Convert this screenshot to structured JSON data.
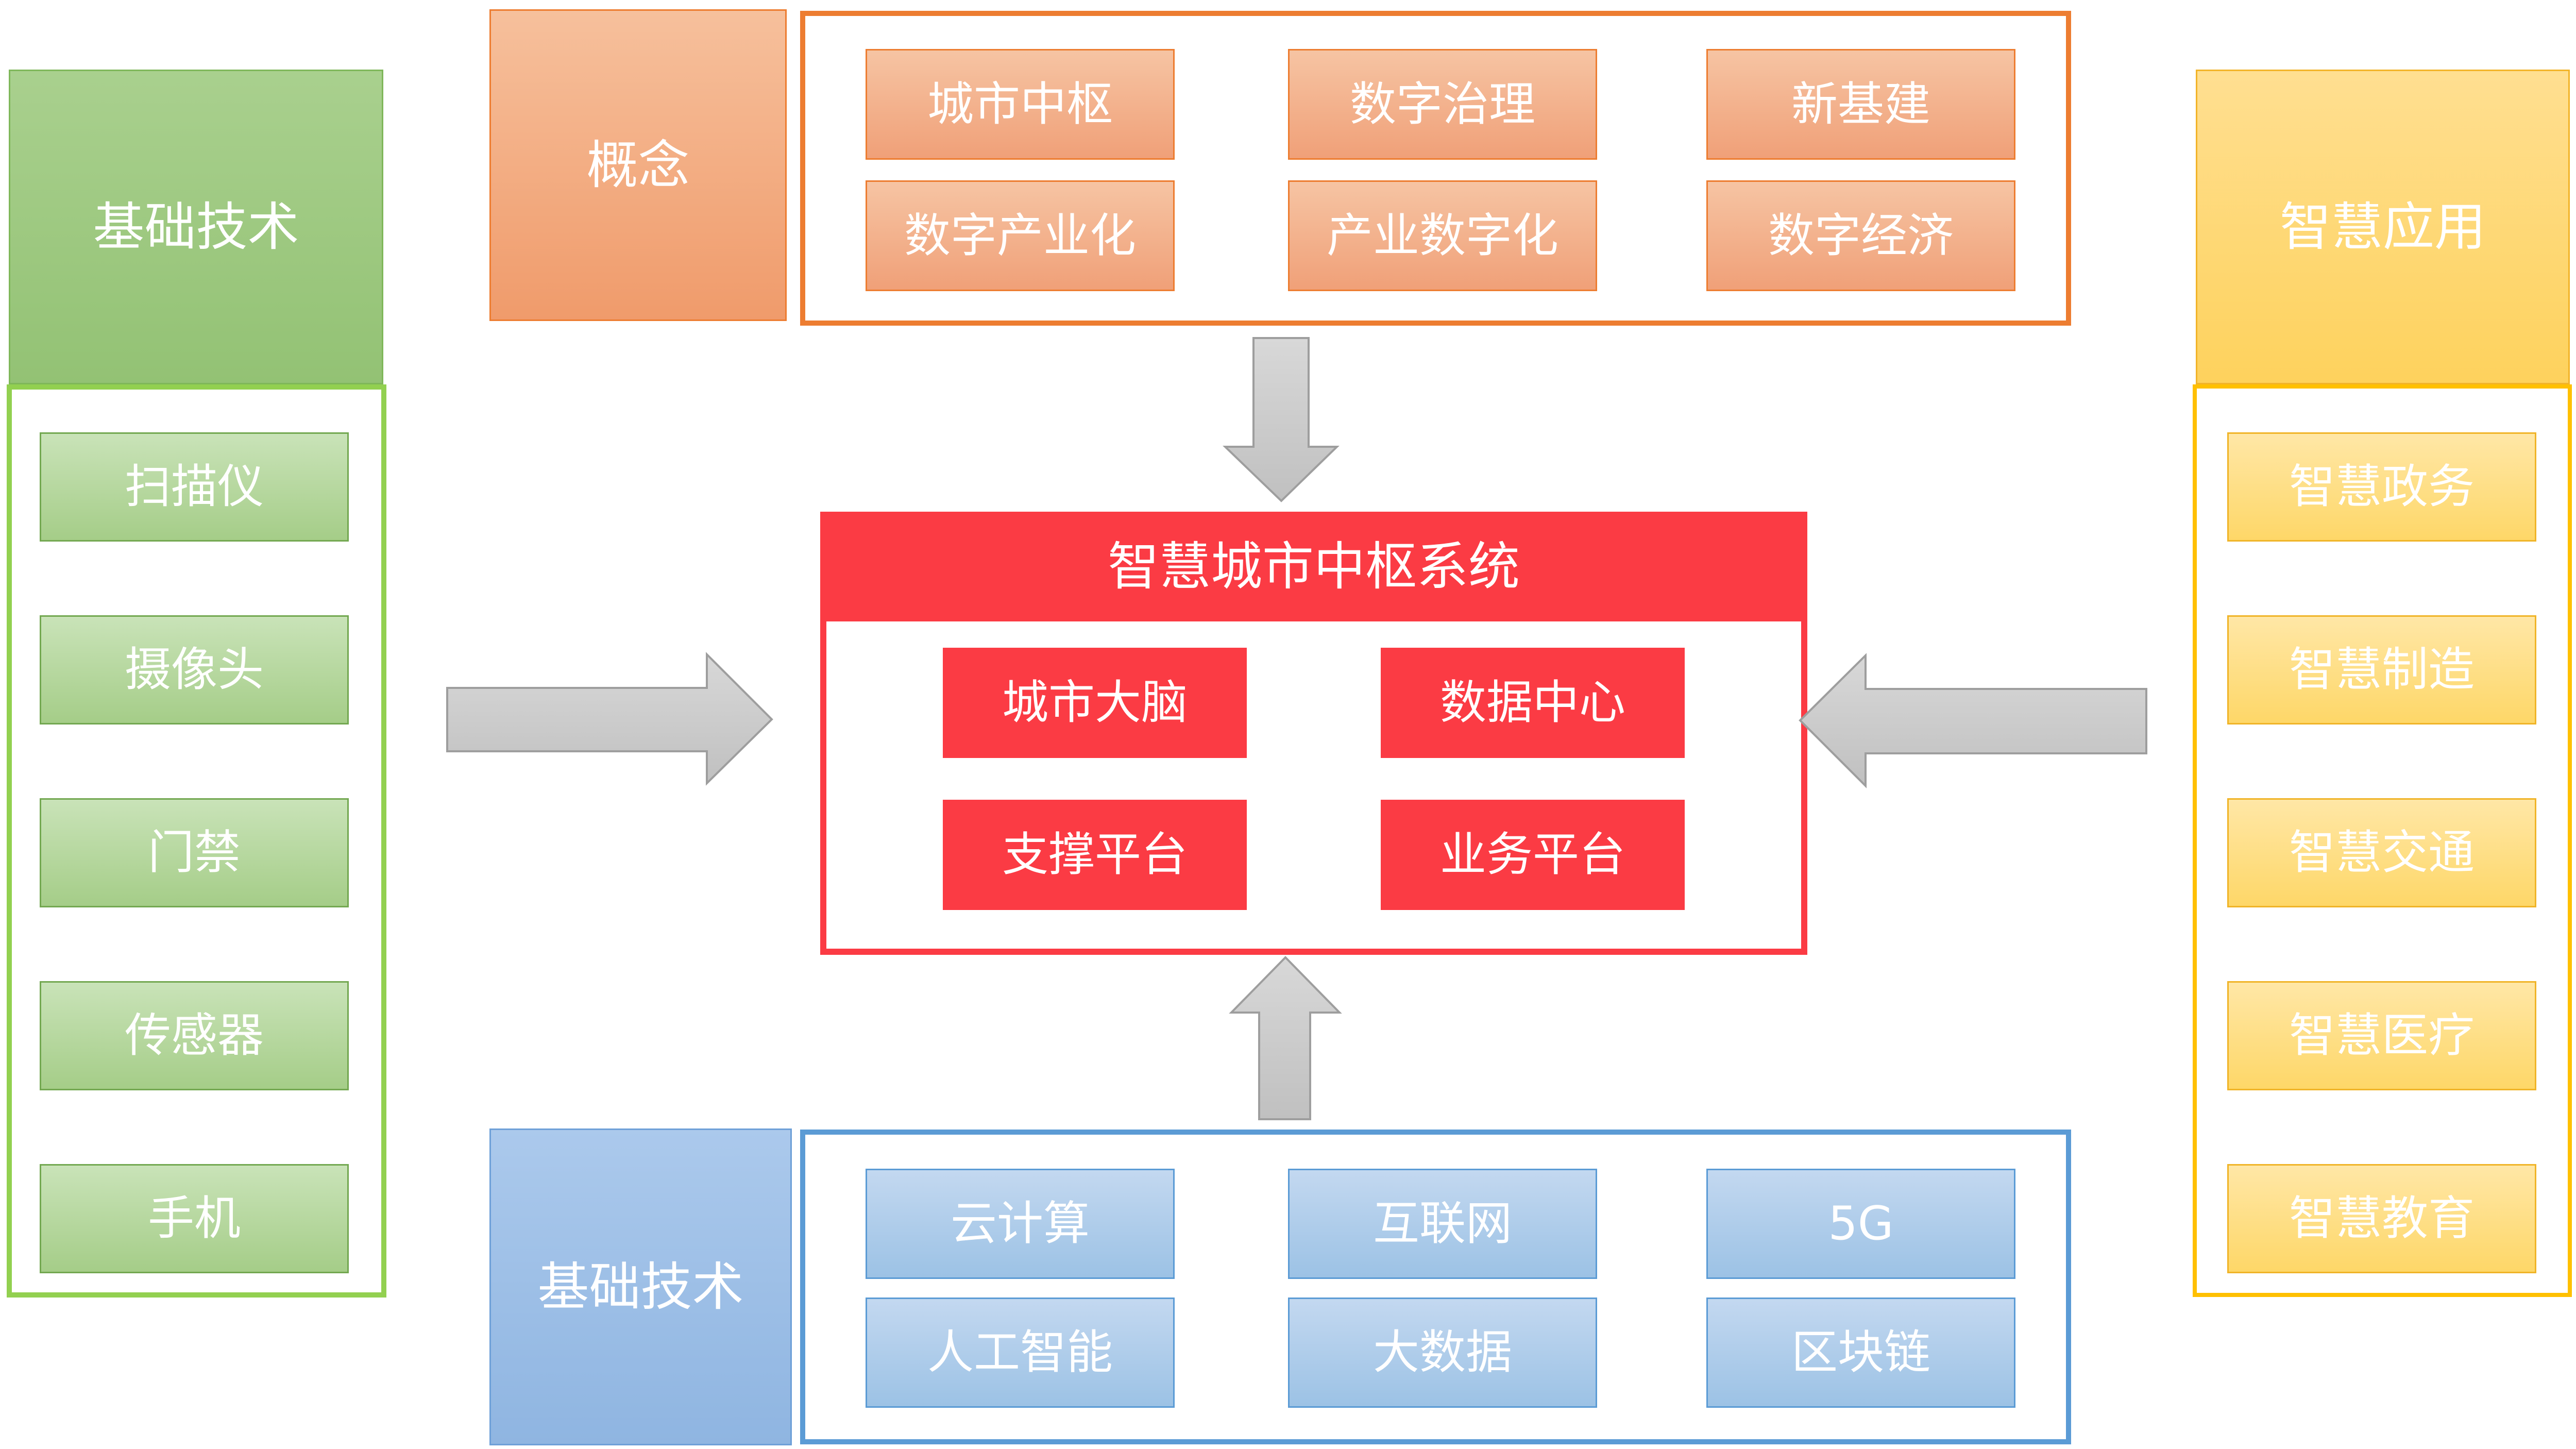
{
  "left": {
    "header": "基础技术",
    "items": [
      "扫描仪",
      "摄像头",
      "门禁",
      "传感器",
      "手机"
    ]
  },
  "top": {
    "label": "概念",
    "items": [
      "城市中枢",
      "数字治理",
      "新基建",
      "数字产业化",
      "产业数字化",
      "数字经济"
    ]
  },
  "center": {
    "title": "智慧城市中枢系统",
    "items": [
      "城市大脑",
      "数据中心",
      "支撑平台",
      "业务平台"
    ]
  },
  "right": {
    "header": "智慧应用",
    "items": [
      "智慧政务",
      "智慧制造",
      "智慧交通",
      "智慧医疗",
      "智慧教育"
    ]
  },
  "bottom": {
    "label": "基础技术",
    "items": [
      "云计算",
      "互联网",
      "5G",
      "人工智能",
      "大数据",
      "区块链"
    ]
  },
  "colors": {
    "green_border": "#92d050",
    "green_fill": "#a9d08e",
    "orange_accent": "#ed7d31",
    "orange_fill": "#f4b183",
    "red_accent": "#fb3b44",
    "gold_accent": "#ffc000",
    "gold_fill": "#ffd966",
    "blue_accent": "#5b9bd5",
    "blue_fill": "#9cc2e5",
    "arrow_gray": "#c9c9c9",
    "text_white": "#ffffff"
  }
}
